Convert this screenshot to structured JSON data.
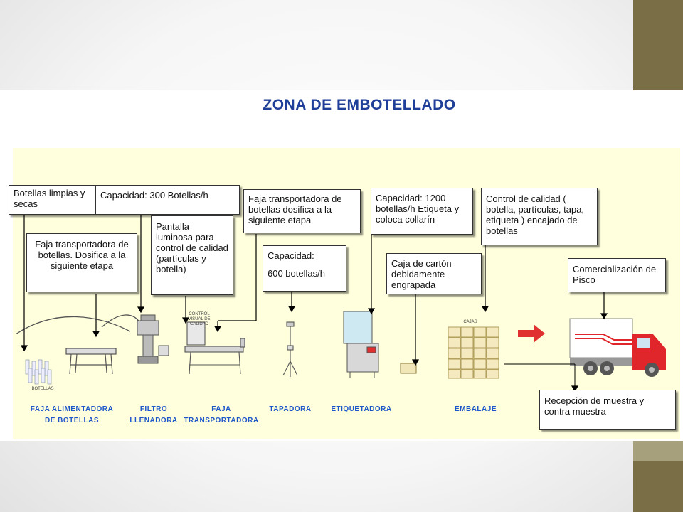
{
  "title": "ZONA DE EMBOTELLADO",
  "notes": {
    "botellas_limpias": "Botellas limpias y secas",
    "capacidad_300": "Capacidad: 300 Botellas/h",
    "faja_transportadora_1": "Faja transportadora de botellas. Dosifica a la siguiente etapa",
    "pantalla_luminosa": "Pantalla luminosa para control de calidad (partículas y botella)",
    "faja_transportadora_2": "Faja transportadora de botellas dosifica a la siguiente etapa",
    "capacidad_600_label": "Capacidad:",
    "capacidad_600_value": "600 botellas/h",
    "capacidad_1200": "Capacidad: 1200 botellas/h Etiqueta y coloca collarín",
    "caja_carton": "Caja de cartón debidamente engrapada",
    "control_calidad": "Control de calidad ( botella, partículas, tapa, etiqueta ) encajado de botellas",
    "comercializacion": "Comercialización de Pisco",
    "recepcion_muestra": "Recepción de muestra y contra muestra"
  },
  "stages": {
    "faja_alimentadora": [
      "FAJA ALIMENTADORA",
      "DE BOTELLAS"
    ],
    "filtro_llenadora": [
      "FILTRO",
      "LLENADORA"
    ],
    "faja_transportadora": [
      "FAJA",
      "TRANSPORTADORA"
    ],
    "tapadora": [
      "TAPADORA"
    ],
    "etiquetadora": [
      "ETIQUETADORA"
    ],
    "embalaje": [
      "EMBALAJE"
    ]
  },
  "small_labels": {
    "botellas": "BOTELLAS",
    "control_visual": "CONTROL VISUAL DE CALIDAD",
    "cajas": "CAJAS"
  },
  "colors": {
    "title": "#1f3f99",
    "stage_label": "#1d56c9",
    "diagram_bg": "#ffffdd",
    "arrow": "#e03030",
    "truck": "#e0262b",
    "decor": "#7a6e47"
  }
}
